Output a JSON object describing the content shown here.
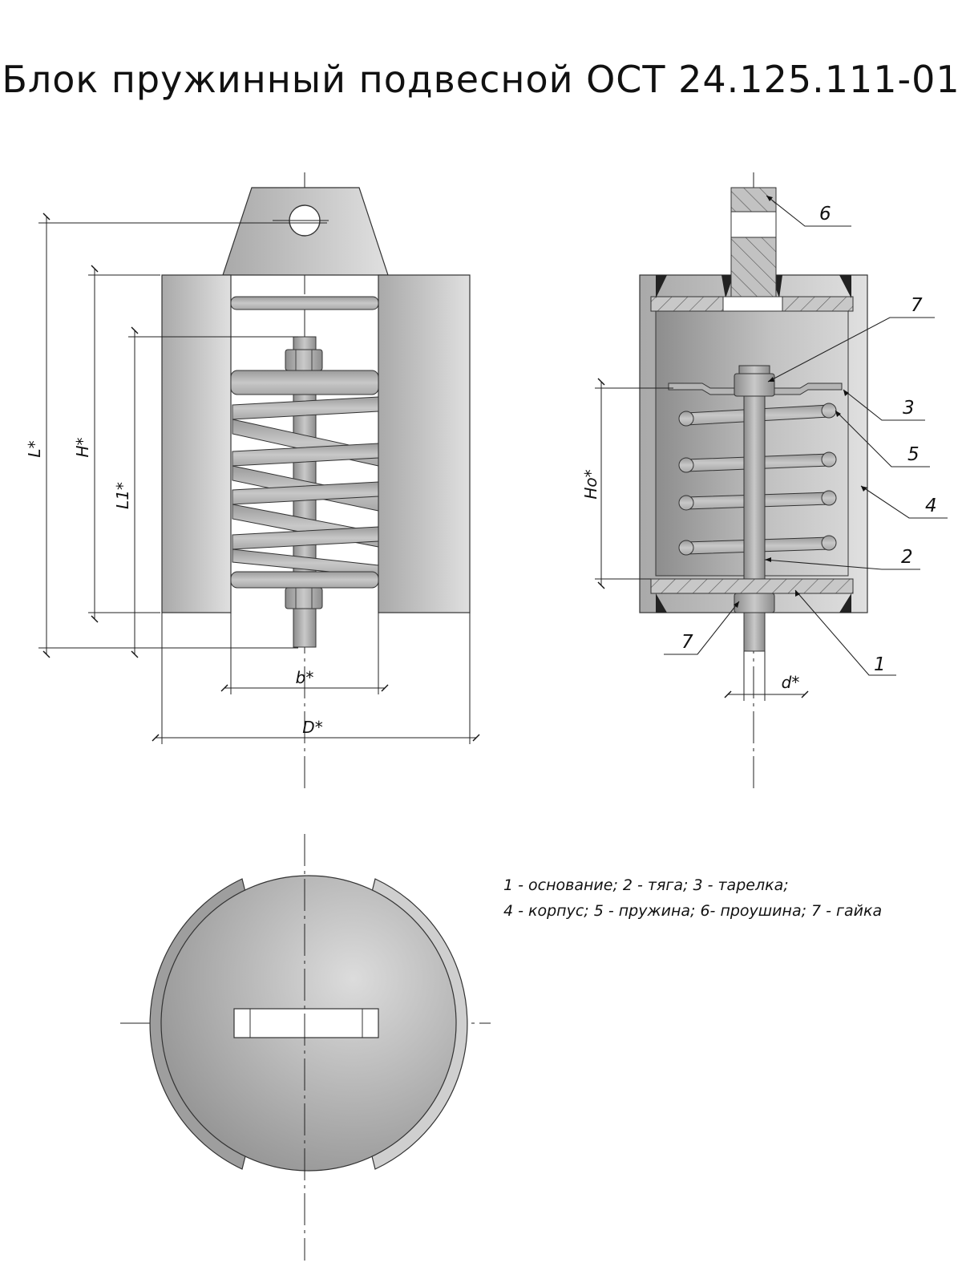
{
  "title": "Блок пружинный подвесной  ОСТ 24.125.111-01",
  "dimensions": {
    "L": "L*",
    "H": "H*",
    "L1": "L1*",
    "b": "b*",
    "D": "D*",
    "Ho": "Ho*",
    "d": "d*"
  },
  "callouts": [
    "1",
    "2",
    "3",
    "4",
    "5",
    "6",
    "7",
    "7"
  ],
  "legend": {
    "line1": "1 - основание; 2 - тяга; 3 - тарелка;",
    "line2": "4 - корпус; 5 - пружина; 6- проушина; 7 - гайка"
  }
}
